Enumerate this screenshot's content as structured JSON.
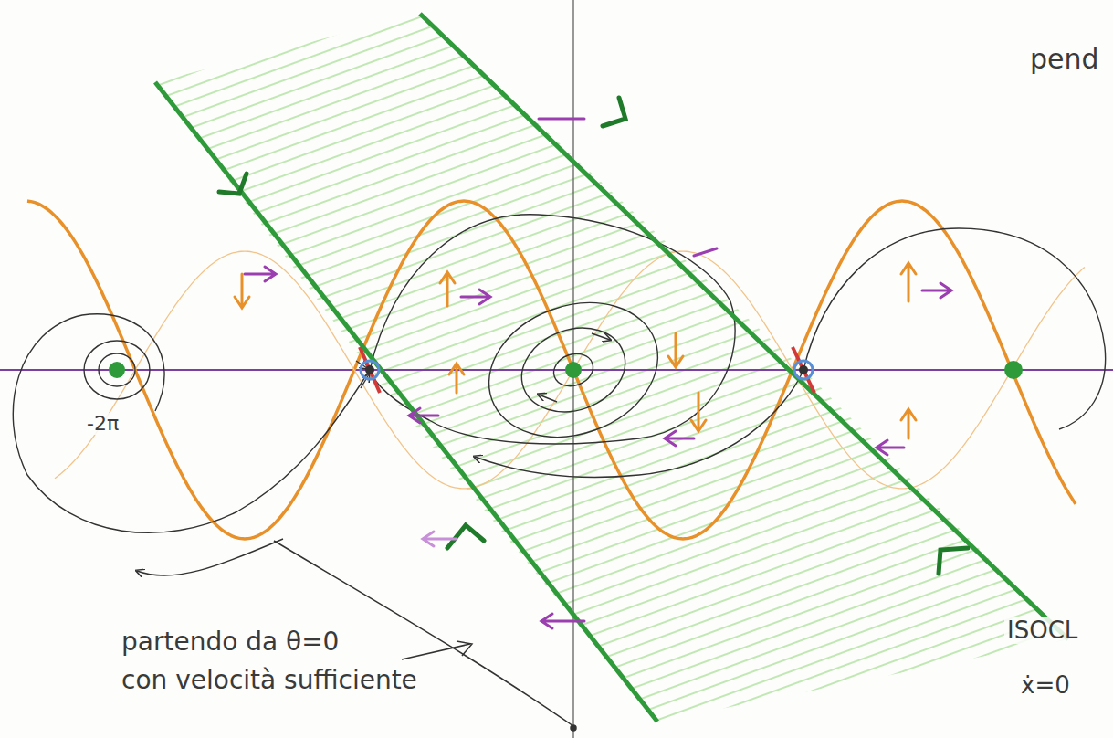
{
  "diagram": {
    "labels": [
      "pend",
      "-2π",
      "partendo da θ=0",
      "con velocità sufficiente",
      "ISOCL",
      "ẋ=0"
    ]
  }
}
